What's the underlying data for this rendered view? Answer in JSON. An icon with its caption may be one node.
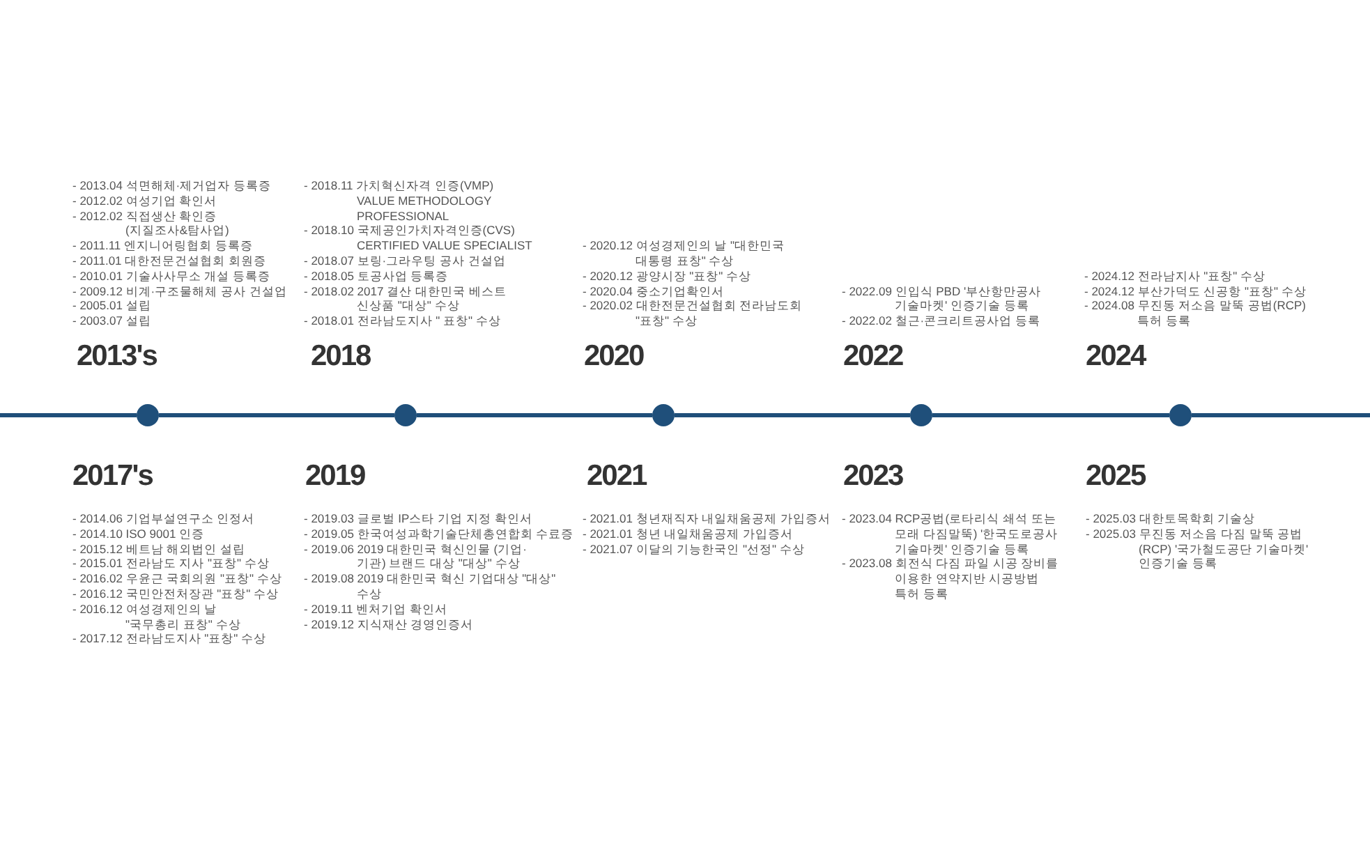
{
  "diagram": {
    "nodes": [
      {
        "text": [],
        "shape": "circle",
        "beside": [
          "2013's",
          "- 2013.04 석면해체·제거업자 등록증",
          "- 2012.02 여성기업 확인서",
          "- 2012.02 직접생산 확인증 (지질조사&탐사업)",
          "- 2011.11 엔지니어링협회 등록증",
          "- 2011.01 대한전문건설협회 회원증",
          "- 2010.01 기술사사무소 개설 등록증",
          "- 2009.12 비계·구조물해체 공사 건설업",
          "- 2005.01 설립",
          "- 2003.07 설립",
          "2017's",
          "- 2014.06 기업부설연구소 인정서",
          "- 2014.10 ISO 9001 인증",
          "- 2015.12 베트남 해외법인 설립",
          "- 2015.01 전라남도 지사 \"표창\" 수상",
          "- 2016.02 우윤근 국회의원 \"표창\" 수상",
          "- 2016.12 국민안전처장관 \"표창\" 수상",
          "- 2016.12 여성경제인의 날 \"국무총리 표창\" 수상",
          "- 2017.12 전라남도지사 \"표창\" 수상"
        ]
      },
      {
        "text": [],
        "shape": "circle",
        "beside": [
          "2018",
          "- 2018.11 가치혁신자격 인증(VMP) VALUE METHODOLOGY PROFESSIONAL",
          "- 2018.10 국제공인가치자격인증(CVS) CERTIFIED VALUE SPECIALIST",
          "- 2018.07 보링·그라우팅 공사 건설업",
          "- 2018.05 토공사업 등록증",
          "- 2018.02 2017 결산 대한민국 베스트 신상품 \"대상\" 수상",
          "- 2018.01 전라남도지사 \" 표창\" 수상",
          "2019",
          "- 2019.03 글로벌 IP스타 기업 지정 확인서",
          "- 2019.05 한국여성과학기술단체총연합회 수료증",
          "- 2019.06 2019 대한민국 혁신인물 (기업·기관) 브랜드 대상 \"대상\" 수상",
          "- 2019.08 2019 대한민국 혁신 기업대상 \"대상\" 수상",
          "- 2019.11 벤처기업 확인서",
          "- 2019.12 지식재산 경영인증서"
        ]
      },
      {
        "text": [],
        "shape": "circle",
        "beside": [
          "2020",
          "- 2020.12 여성경제인의 날 \"대한민국 대통령 표창\" 수상",
          "- 2020.12 광양시장 \"표창\" 수상",
          "- 2020.04 중소기업확인서",
          "- 2020.02 대한전문건설협회 전라남도회 \"표창\" 수상",
          "2021",
          "- 2021.01 청년재직자 내일채움공제 가입증서",
          "- 2021.01 청년 내일채움공제 가입증서",
          "- 2021.07 이달의 기능한국인 \"선정\" 수상"
        ]
      },
      {
        "text": [],
        "shape": "circle",
        "beside": [
          "2022",
          "- 2022.09 인입식 PBD '부산항만공사 기술마켓' 인증기술 등록",
          "- 2022.02 철근·콘크리트공사업 등록",
          "2023",
          "- 2023.04 RCP공법(로타리식 쇄석 또는 모래 다짐말뚝) '한국도로공사 기술마켓' 인증기술 등록",
          "- 2023.08 회전식 다짐 파일 시공 장비를 이용한 연약지반 시공방법 특허 등록"
        ]
      },
      {
        "text": [],
        "shape": "circle",
        "beside": [
          "2024",
          "- 2024.12 전라남지사 \"표창\" 수상",
          "- 2024.12 부산가덕도 신공항 \"표창\" 수상",
          "- 2024.08 무진동 저소음 말뚝 공법(RCP) 특허 등록",
          "2025",
          "- 2025.03 대한토목학회 기술상",
          "- 2025.03 무진동 저소음 다짐 말뚝 공법 (RCP) '국가철도공단 기술마켓' 인증기술 등록"
        ]
      }
    ],
    "edges": [
      {
        "from": null,
        "to": 0,
        "arrow": "none"
      },
      {
        "from": 0,
        "to": 1,
        "arrow": "none"
      },
      {
        "from": 1,
        "to": 2,
        "arrow": "none"
      },
      {
        "from": 2,
        "to": 3,
        "arrow": "none"
      },
      {
        "from": 3,
        "to": 4,
        "arrow": "none"
      },
      {
        "from": 4,
        "to": null,
        "arrow": "none"
      }
    ]
  }
}
